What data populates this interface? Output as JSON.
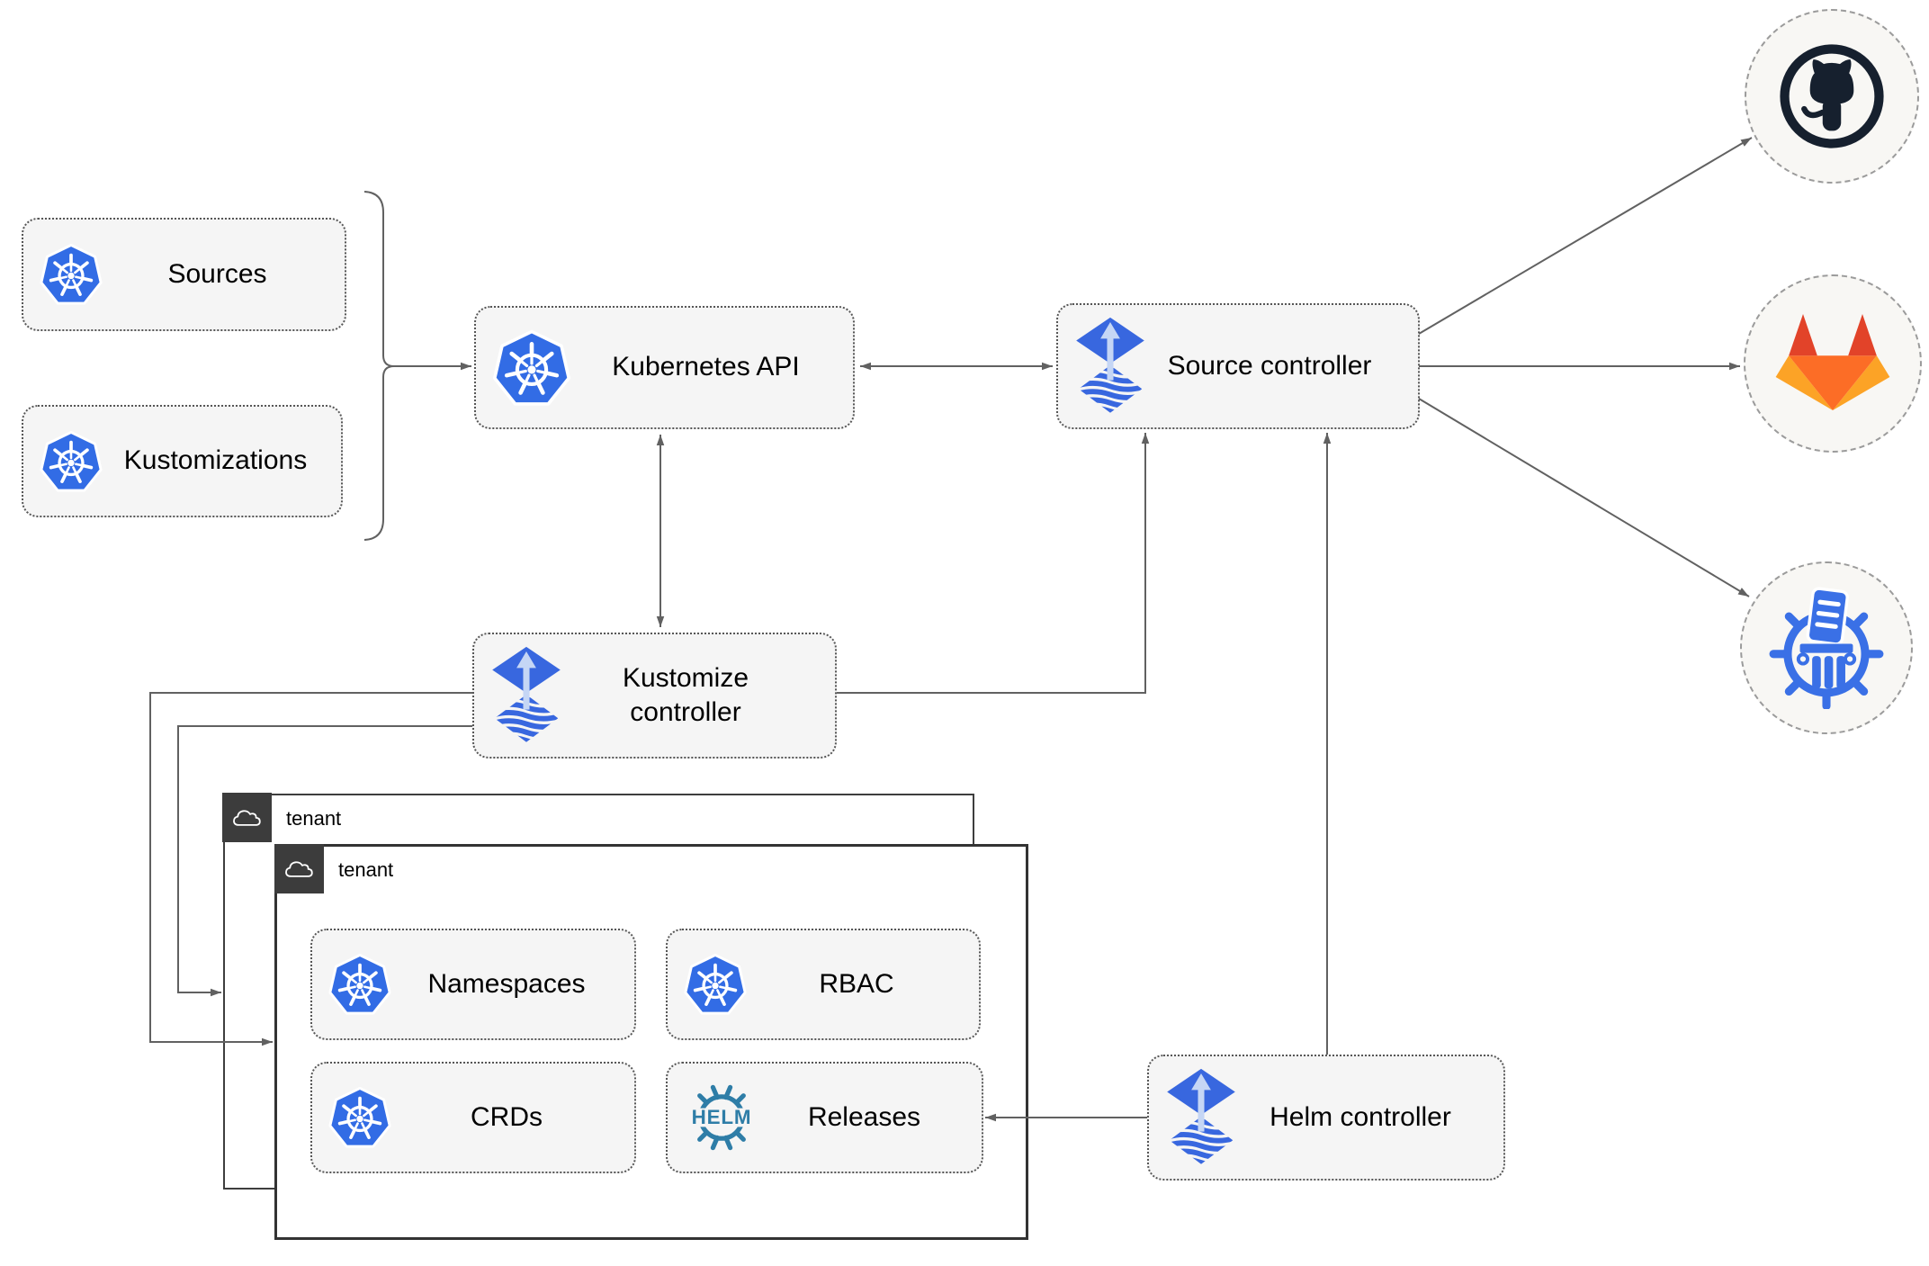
{
  "colors": {
    "box_fill": "#f5f5f5",
    "connector_gray": "#616161",
    "kubernetes_blue": "#326ce5",
    "flux_blue": "#3867df",
    "flux_arrow_light_blue": "#c5d6f5",
    "helm_teal": "#2e7da7",
    "github_dark": "#16202e",
    "gitlab_dark_orange": "#e24329",
    "gitlab_orange": "#fc6d26",
    "gitlab_light_orange": "#fca326",
    "chartmuseum_blue": "#3a70e6",
    "tenant_dark": "#3c3c3c"
  },
  "nodes": {
    "sources": {
      "label": "Sources",
      "icon": "kubernetes-icon"
    },
    "kustomizations": {
      "label": "Kustomizations",
      "icon": "kubernetes-icon"
    },
    "kubernetes_api": {
      "label": "Kubernetes API",
      "icon": "kubernetes-icon"
    },
    "source_controller": {
      "label": "Source controller",
      "icon": "flux-icon"
    },
    "kustomize_controller": {
      "label": "Kustomize controller",
      "icon": "flux-icon"
    },
    "helm_controller": {
      "label": "Helm controller",
      "icon": "flux-icon"
    },
    "tenant_back": {
      "label": "tenant",
      "icon": "cloud-icon"
    },
    "tenant_front": {
      "label": "tenant",
      "icon": "cloud-icon"
    },
    "namespaces": {
      "label": "Namespaces",
      "icon": "kubernetes-icon"
    },
    "rbac": {
      "label": "RBAC",
      "icon": "kubernetes-icon"
    },
    "crds": {
      "label": "CRDs",
      "icon": "kubernetes-icon"
    },
    "releases": {
      "label": "Releases",
      "icon": "helm-icon",
      "icon_text": "HELM"
    },
    "github": {
      "icon": "github-icon"
    },
    "gitlab": {
      "icon": "gitlab-icon"
    },
    "chart_repository": {
      "icon": "chartmuseum-icon"
    }
  },
  "edges": [
    {
      "from": "sources-and-kustomizations",
      "to": "kubernetes-api",
      "style": "arrow"
    },
    {
      "from": "kubernetes-api",
      "to": "source-controller",
      "style": "double-arrow"
    },
    {
      "from": "kubernetes-api",
      "to": "kustomize-controller",
      "style": "double-arrow"
    },
    {
      "from": "kustomize-controller",
      "to": "source-controller",
      "style": "arrow"
    },
    {
      "from": "helm-controller",
      "to": "source-controller",
      "style": "arrow"
    },
    {
      "from": "helm-controller",
      "to": "releases",
      "style": "arrow"
    },
    {
      "from": "kustomize-controller",
      "to": "tenant-front",
      "style": "arrow"
    },
    {
      "from": "kustomize-controller",
      "to": "tenant-back",
      "style": "arrow"
    },
    {
      "from": "source-controller",
      "to": "github",
      "style": "arrow"
    },
    {
      "from": "source-controller",
      "to": "gitlab",
      "style": "arrow"
    },
    {
      "from": "source-controller",
      "to": "chart-repository",
      "style": "arrow"
    }
  ]
}
